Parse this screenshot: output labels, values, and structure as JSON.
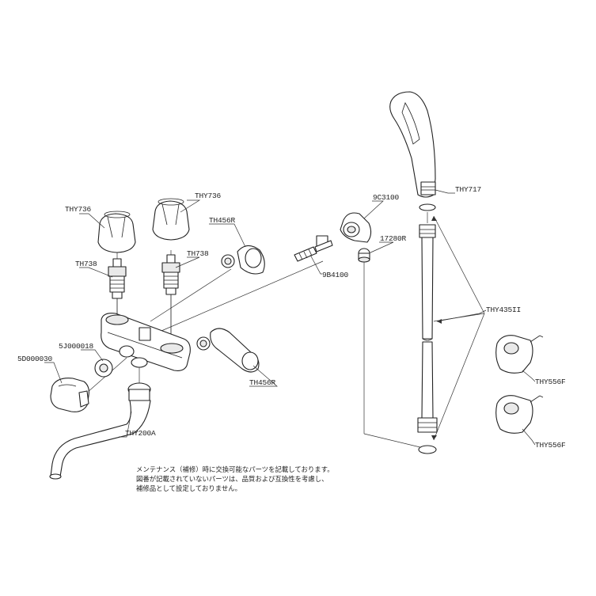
{
  "labels": {
    "handle_left": "THY736",
    "handle_right": "THY736",
    "headpart_left": "TH738",
    "headpart_right": "TH738",
    "elbow_upper": "TH456R",
    "elbow_lower": "TH456R",
    "cap_small": "5J000018",
    "handle_temp": "5D000030",
    "spout": "THY200A",
    "union": "9C3100",
    "nipple": "9B4100",
    "packing": "17280R",
    "shower_head": "THY717",
    "hose": "THY435II",
    "holder_upper": "THY556F",
    "holder_lower": "THY556F"
  },
  "note": {
    "line1": "メンテナンス（補修）時に交換可能なパーツを記載しております。",
    "line2": "図番が記載されていないパーツは、品質および互換性を考慮し、",
    "line3": "補修品として設定しておりません。"
  }
}
